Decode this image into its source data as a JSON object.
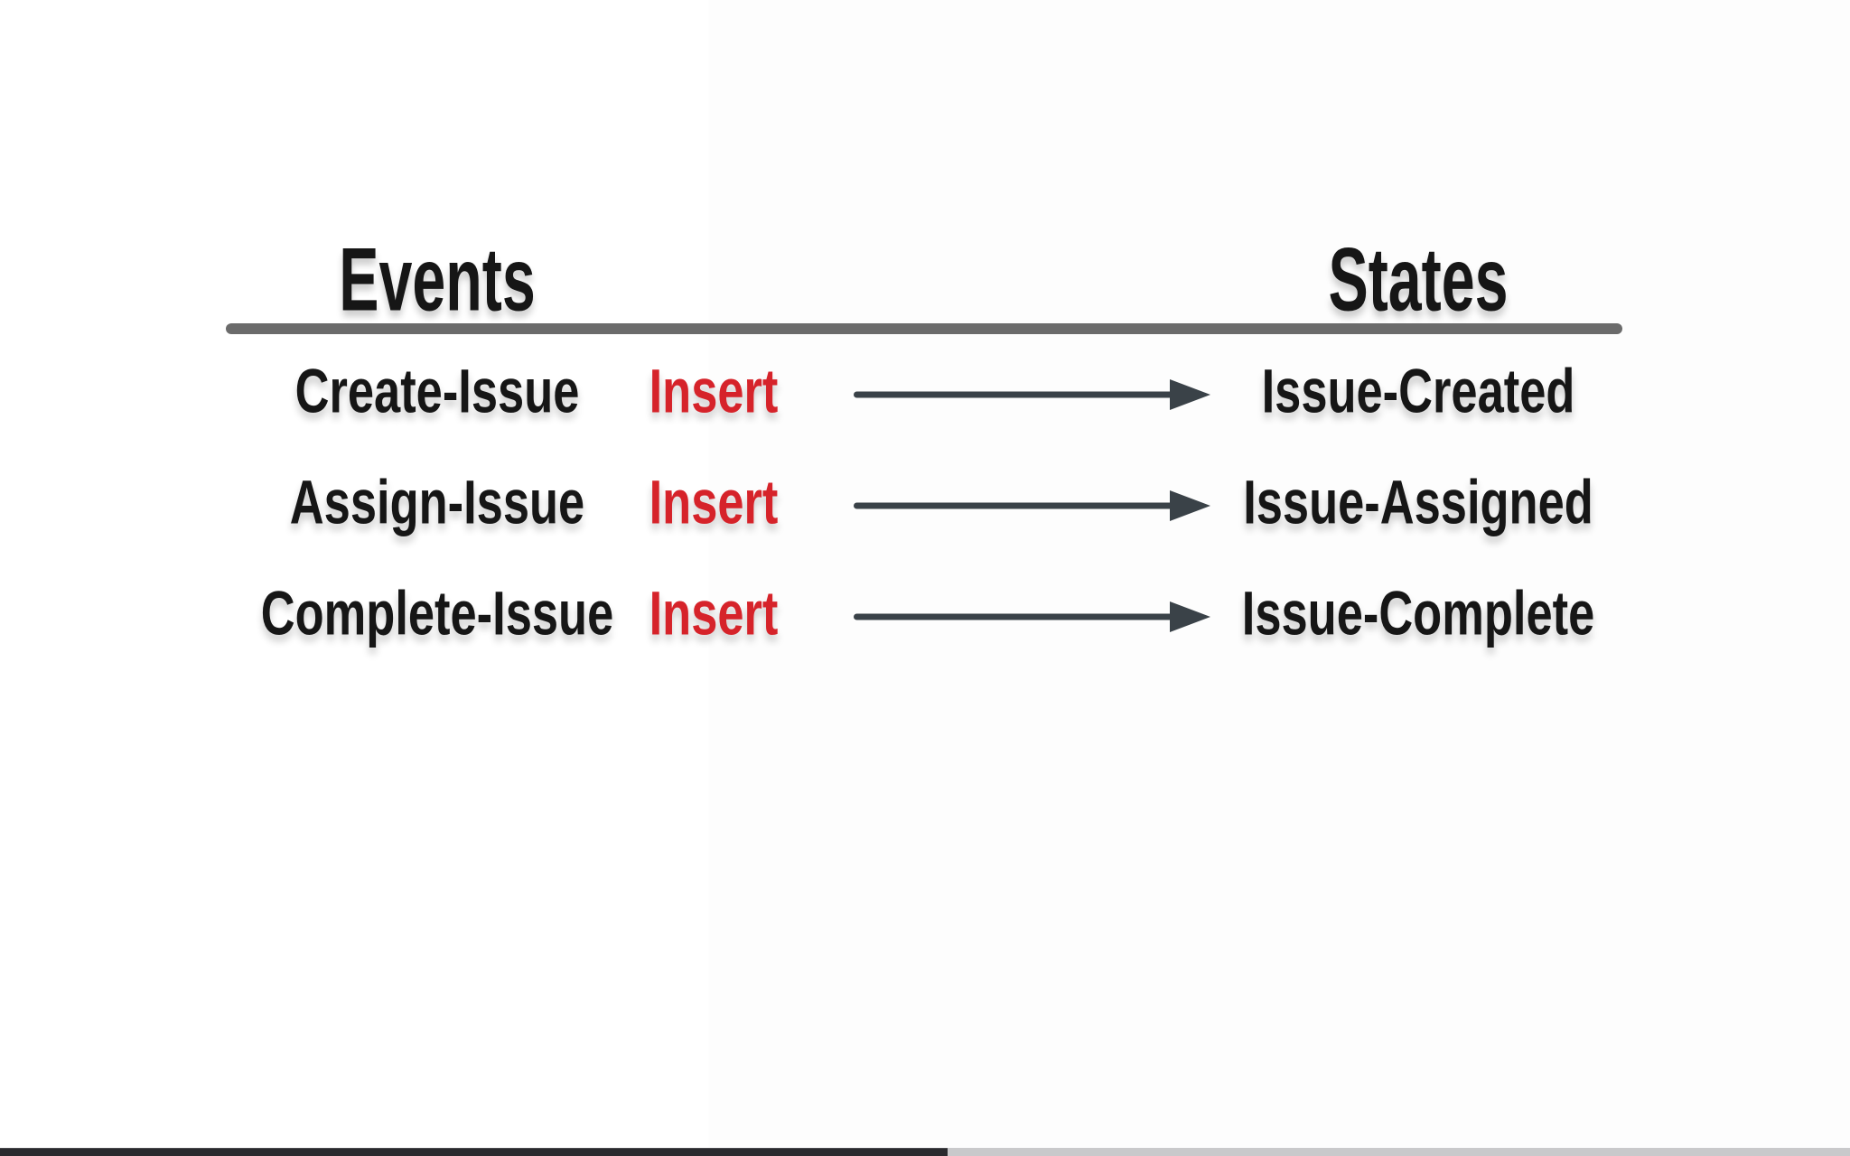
{
  "slide": {
    "columns": {
      "events_header": "Events",
      "states_header": "States"
    },
    "rows": [
      {
        "event": "Create-Issue",
        "operation": "Insert",
        "state": "Issue-Created"
      },
      {
        "event": "Assign-Issue",
        "operation": "Insert",
        "state": "Issue-Assigned"
      },
      {
        "event": "Complete-Issue",
        "operation": "Insert",
        "state": "Issue-Complete"
      }
    ]
  },
  "icons": {
    "row_arrow": "right-arrow-icon"
  },
  "colors": {
    "text": "#161616",
    "operation_red": "#d6232a",
    "arrow_slate": "#3a4248",
    "divider_rule": "#6b6b6b",
    "progress_watched": "#2a2a2e",
    "progress_remaining": "#c9c9cb",
    "background": "#ffffff"
  },
  "video_player": {
    "progress_watched_percent": 51
  }
}
